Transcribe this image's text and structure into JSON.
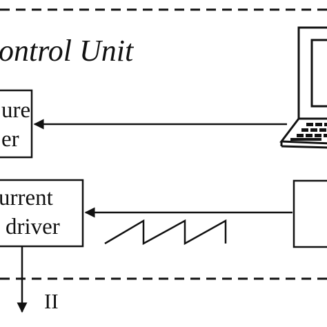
{
  "diagram": {
    "title": "ontrol Unit",
    "blocks": [
      {
        "id": "top_left",
        "lines": [
          "ure",
          "er"
        ]
      },
      {
        "id": "bottom_left",
        "lines": [
          "urrent",
          "driver"
        ]
      }
    ],
    "ref_label": "II"
  },
  "colors": {
    "line": "#111111",
    "background": "#ffffff"
  }
}
